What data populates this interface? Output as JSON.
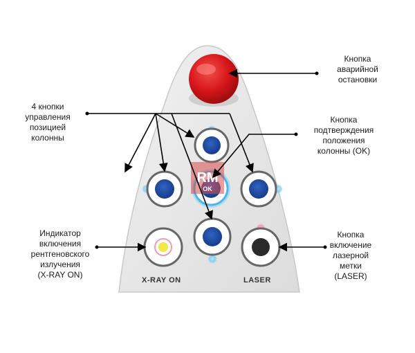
{
  "annotations": {
    "emergency_stop": "Кнопка\nаварийной\nостановки",
    "column_buttons": "4 кнопки\nуправления\nпозицией\nколонны",
    "confirm_ok": "Кнопка\nподтверждения\nположения\nколонны (OK)",
    "xray_indicator": "Индикатор\nвключения\nрентгеновского\nизлучения\n(X-RAY ON)",
    "laser_button": "Кнопка\nвключение\nлазерной\nметки\n(LASER)"
  },
  "panel": {
    "xray_label": "X-RAY ON",
    "laser_label": "LASER"
  },
  "watermark": {
    "top": "RM",
    "bottom": "OK"
  },
  "colors": {
    "emergency_red": "#d7161b",
    "button_blue": "#1e4aa0",
    "indicator_yellow": "#f4e842",
    "laser_black": "#2a2a2a",
    "panel_gray": "#e9e9e9"
  }
}
